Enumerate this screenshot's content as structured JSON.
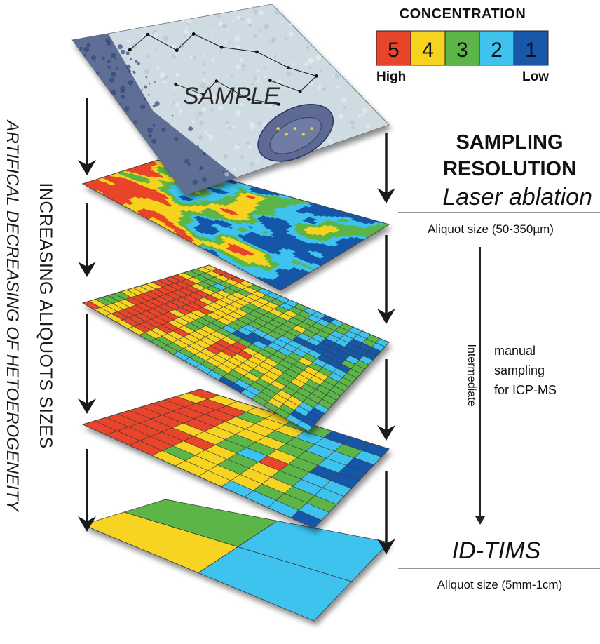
{
  "legend": {
    "title": "CONCENTRATION",
    "levels": [
      {
        "value": "5",
        "color": "#e8452a"
      },
      {
        "value": "4",
        "color": "#f7d320"
      },
      {
        "value": "3",
        "color": "#5cb547"
      },
      {
        "value": "2",
        "color": "#3ec3ee"
      },
      {
        "value": "1",
        "color": "#1957a8"
      }
    ],
    "high_label": "High",
    "low_label": "Low"
  },
  "layers": {
    "sample_label": "SAMPLE",
    "top_label": "Laser ablation",
    "top_caption": "Aliquot size (50-350µm)",
    "bottom_label": "ID-TIMS",
    "bottom_caption": "Aliquot size (5mm-1cm)"
  },
  "resolution_heading": [
    "SAMPLING",
    "RESOLUTION"
  ],
  "intermediate": {
    "axis_label": "Intermediate",
    "note": [
      "manual",
      "sampling",
      "for ICP-MS"
    ]
  },
  "side_labels": {
    "increasing": "INCREASING ALIQUOTS SIZES",
    "artificial": "ARTIFICAL DECREASING OF HETOEROGENEITY"
  },
  "colors": {
    "red": "#e8452a",
    "yellow": "#f7d320",
    "green": "#5cb547",
    "cyan": "#3ec3ee",
    "blue": "#1957a8"
  }
}
